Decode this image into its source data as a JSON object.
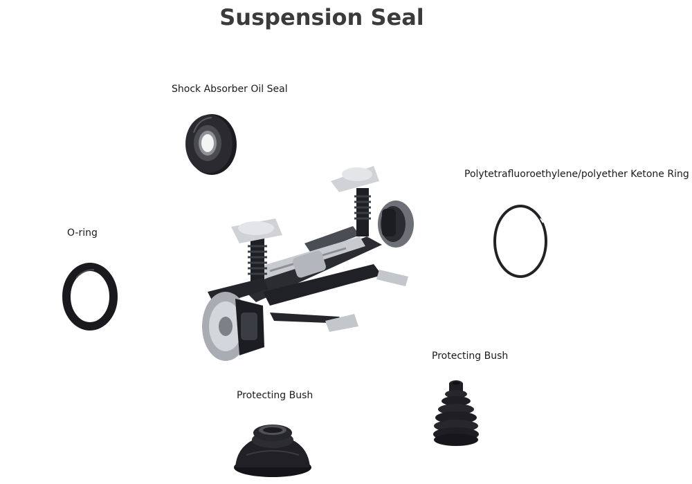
{
  "title": "Suspension Seal",
  "parts": {
    "shock_absorber_oil_seal": "Shock Absorber Oil Seal",
    "o_ring": "O-ring",
    "ptfe_peek_ring": "Polytetrafluoroethylene/polyether Ketone Ring",
    "protecting_bush_left": "Protecting Bush",
    "protecting_bush_right": "Protecting Bush"
  },
  "colors": {
    "title": "#3b3b3b",
    "rubber": "#1e1e22",
    "metal": "#b9bcc0"
  },
  "icons": {
    "center": "front-suspension-assembly-illustration",
    "oil_seal": "oil-seal-icon",
    "o_ring": "o-ring-icon",
    "ring": "ptfe-ring-icon",
    "bush_left": "ball-joint-boot-icon",
    "bush_right": "cv-boot-icon"
  }
}
